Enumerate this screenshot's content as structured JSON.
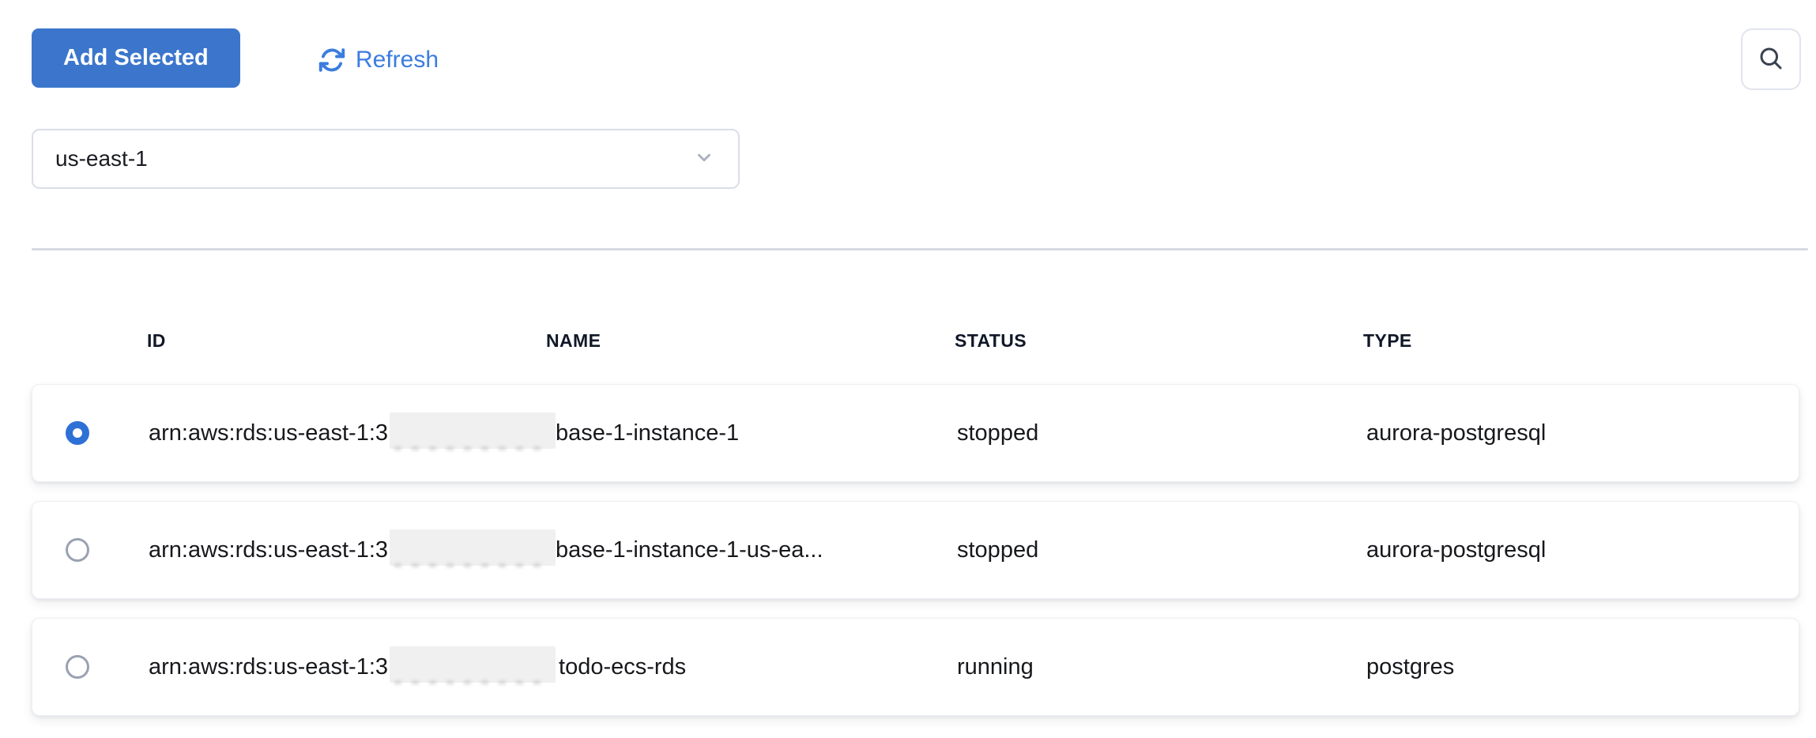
{
  "colors": {
    "primary-blue": "#3B76CC",
    "link-blue": "#3B7CDF",
    "radio-blue": "#2E71D6",
    "border-gray": "#DBDEE8",
    "divider-gray": "#D7DAE3",
    "text-dark": "#17181C",
    "header-text": "#101828",
    "redact-gray": "#F0F0F1"
  },
  "toolbar": {
    "add_selected_label": "Add Selected",
    "refresh_label": "Refresh",
    "search_icon": "magnifier-icon"
  },
  "region_select": {
    "value": "us-east-1",
    "chevron_icon": "chevron-down"
  },
  "table": {
    "columns": [
      "ID",
      "NAME",
      "STATUS",
      "TYPE"
    ],
    "rows": [
      {
        "selected": true,
        "id_prefix": "arn:aws:rds:us-east-1:3",
        "id_redacted": true,
        "id_suffix": "base-1-instance-1",
        "status": "stopped",
        "type": "aurora-postgresql"
      },
      {
        "selected": false,
        "id_prefix": "arn:aws:rds:us-east-1:3",
        "id_redacted": true,
        "id_suffix": "base-1-instance-1-us-ea...",
        "status": "stopped",
        "type": "aurora-postgresql"
      },
      {
        "selected": false,
        "id_prefix": "arn:aws:rds:us-east-1:3",
        "id_redacted": true,
        "id_suffix": "todo-ecs-rds",
        "status": "running",
        "type": "postgres"
      }
    ]
  }
}
